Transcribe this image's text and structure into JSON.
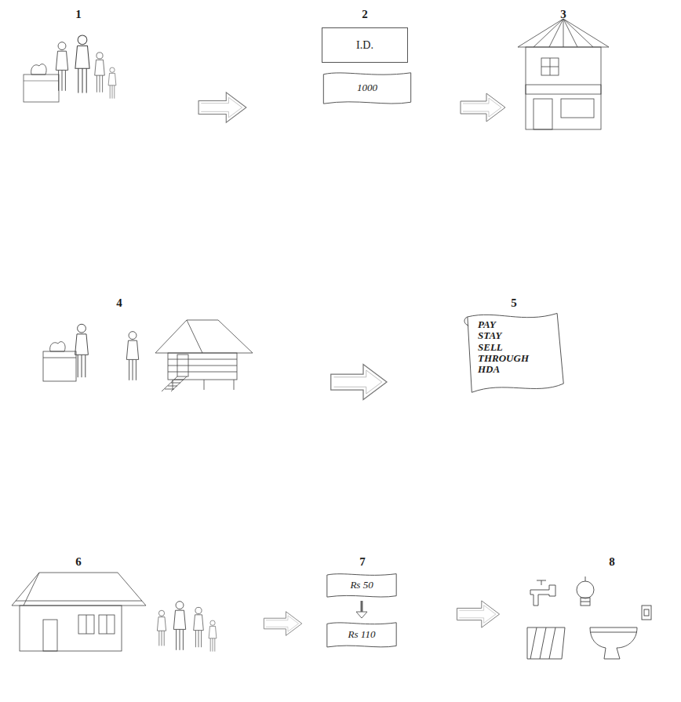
{
  "diagram": {
    "nodes": [
      {
        "text": [
          "I.D."
        ]
      },
      {
        "text": [
          "1000"
        ]
      },
      {
        "text": [
          "PAY STAY SELL THROUGH HDA"
        ]
      },
      {
        "text": [
          "Rs 50"
        ]
      },
      {
        "text": [
          "Rs 110"
        ]
      }
    ],
    "edges": [
      {
        "from": 3,
        "to": 4,
        "arrow": "to"
      }
    ],
    "labels": [
      "1",
      "2",
      "3",
      "4",
      "5",
      "6",
      "7",
      "8"
    ]
  }
}
